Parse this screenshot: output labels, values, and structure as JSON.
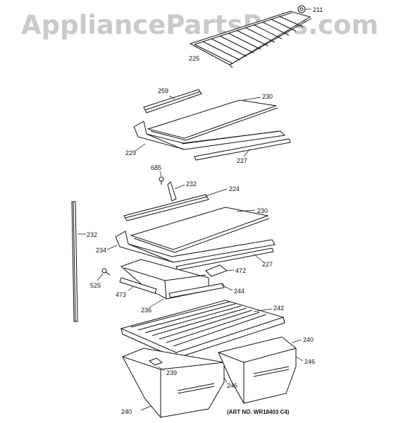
{
  "watermark": "AppliancePartsPros.com",
  "art_number": "(ART NO. WR18403 C4)",
  "callouts": {
    "c211": "211",
    "c225": "225",
    "c259": "259",
    "c230a": "230",
    "c229": "229",
    "c227a": "227",
    "c685": "685",
    "c232a": "232",
    "c224": "224",
    "c232b": "232",
    "c230b": "230",
    "c234": "234",
    "c227b": "227",
    "c472": "472",
    "c525": "525",
    "c473": "473",
    "c244": "244",
    "c236": "236",
    "c242": "242",
    "c240a": "240",
    "c246a": "246",
    "c239": "239",
    "c246b": "246",
    "c240b": "240"
  }
}
